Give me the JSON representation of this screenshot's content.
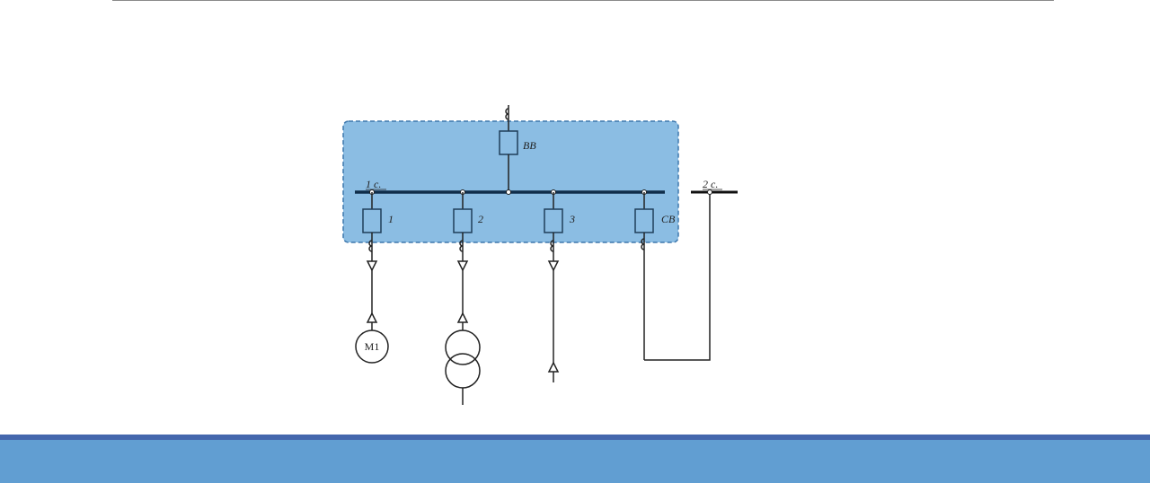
{
  "diagram": {
    "labels": {
      "input_breaker": "ВВ",
      "bus_section_1": "1 с.",
      "bus_section_2": "2 с.",
      "feeder_1": "1",
      "feeder_2": "2",
      "feeder_3": "3",
      "sectional_breaker": "СВ",
      "motor": "М1"
    },
    "colors": {
      "highlight_fill": "#8bbde3",
      "highlight_border": "#3e78ad",
      "bus": "#0f2d4a",
      "footer": "#619ed2",
      "footer_stripe": "#4467ad"
    }
  }
}
